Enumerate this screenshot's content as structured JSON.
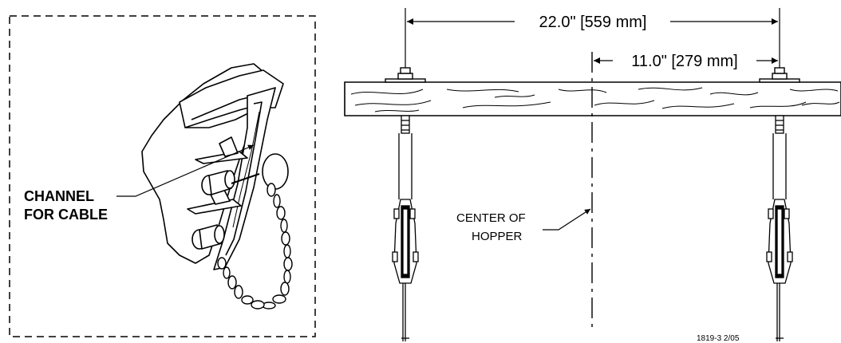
{
  "detail": {
    "callout_line1": "CHANNEL",
    "callout_line2": "FOR CABLE"
  },
  "dimensions": {
    "overall": "22.0\" [559 mm]",
    "half": "11.0\" [279 mm]"
  },
  "centerline": {
    "label_line1": "CENTER OF",
    "label_line2": "HOPPER"
  },
  "drawing_ref": "1819-3 2/05"
}
